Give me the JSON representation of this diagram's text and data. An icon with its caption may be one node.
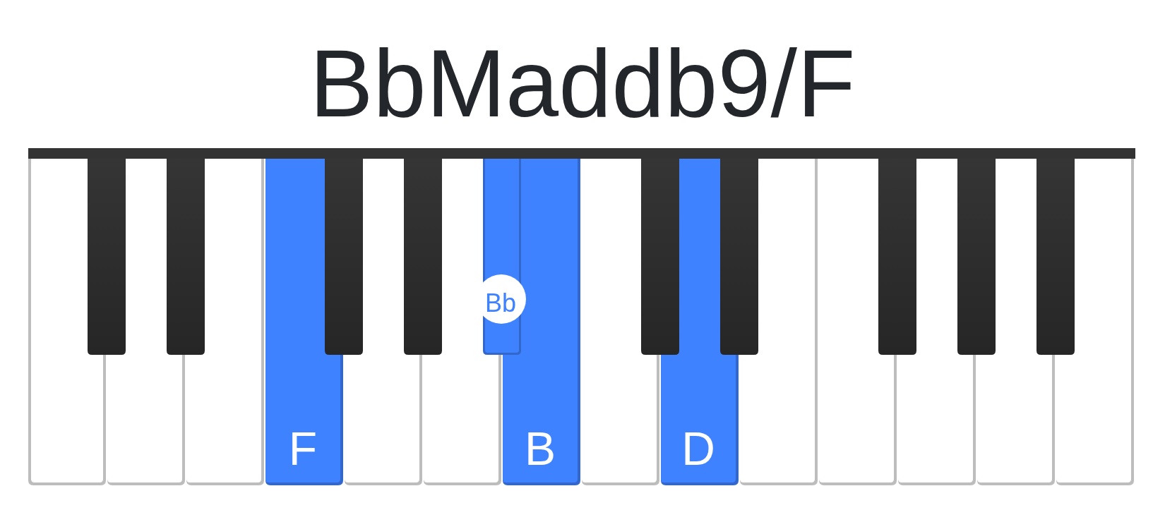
{
  "diagram": {
    "title": "BbMaddb9/F",
    "labels": [
      "F",
      "Bb",
      "B",
      "D"
    ]
  }
}
